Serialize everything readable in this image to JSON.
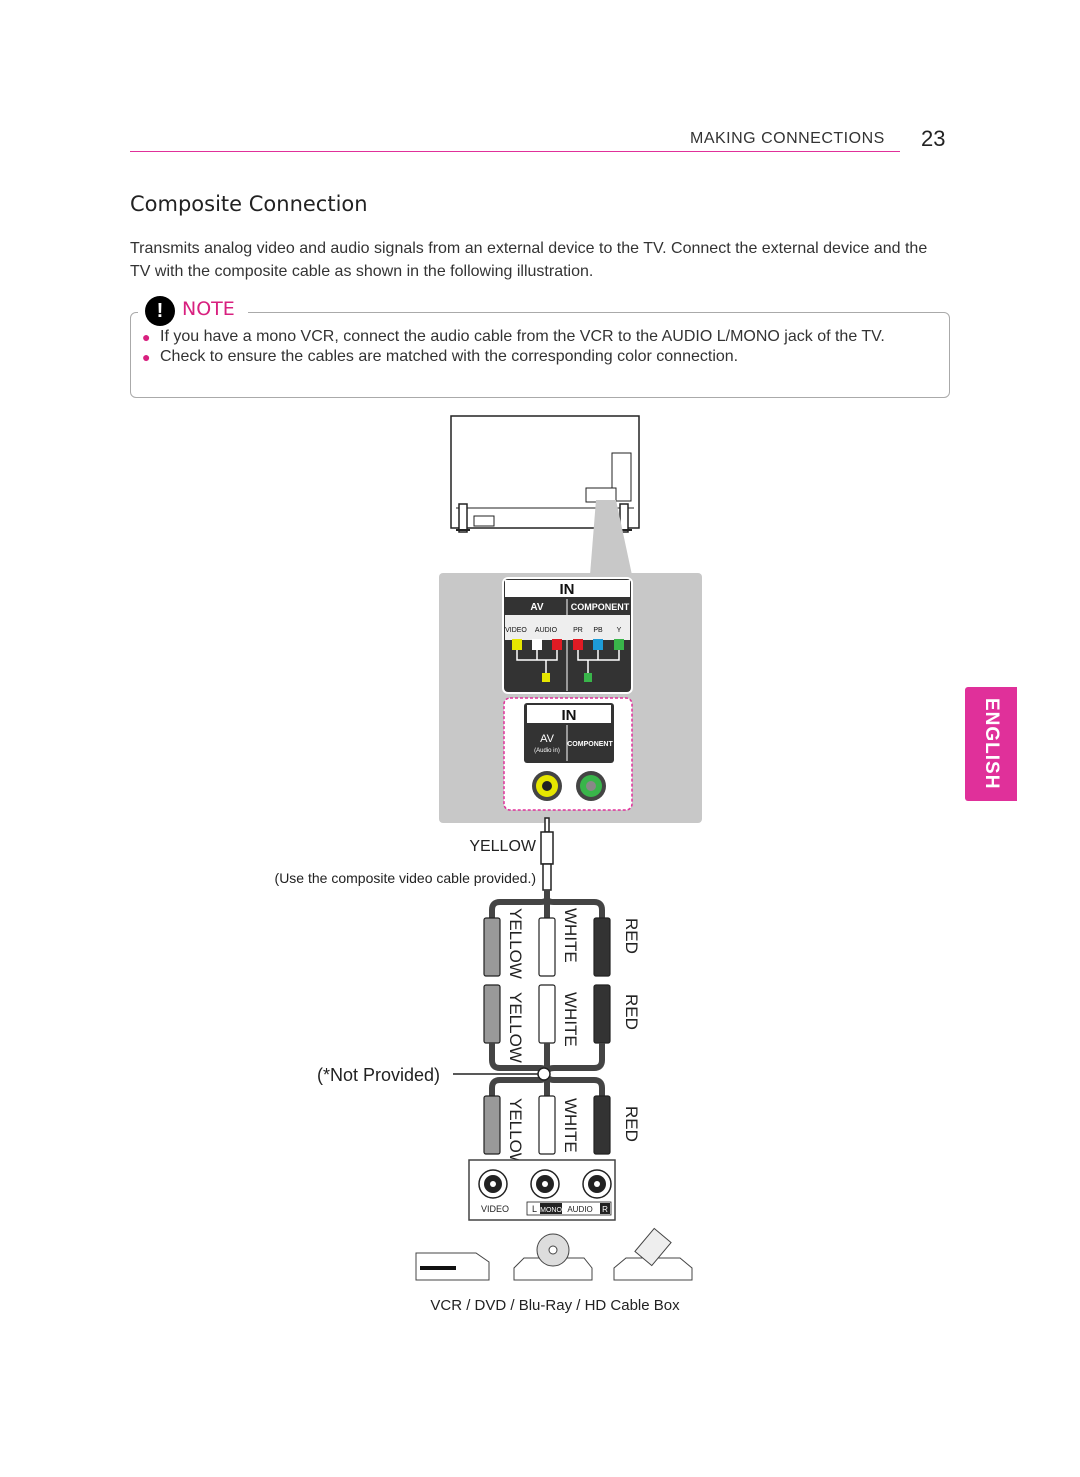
{
  "header": {
    "section": "MAKING CONNECTIONS",
    "page_number": "23"
  },
  "title": "Composite Connection",
  "intro": "Transmits analog video and audio signals from an external device to the TV. Connect the external device and the TV with the composite cable as shown in the following illustration.",
  "note": {
    "icon": "exclamation-icon",
    "label": "NOTE",
    "items": [
      "If you have a mono VCR, connect the audio cable from the VCR to the AUDIO L/MONO jack of the TV.",
      "Check to ensure the cables are matched with the corresponding color connection."
    ]
  },
  "side_tab": "ENGLISH",
  "diagram": {
    "panel1_heading": "IN",
    "panel1_av": "AV",
    "panel1_component": "COMPONENT",
    "panel1_video": "VIDEO",
    "panel1_audio": "AUDIO",
    "panel1_pr": "PR",
    "panel1_pb": "PB",
    "panel1_y": "Y",
    "panel2_heading": "IN",
    "panel2_av": "AV",
    "panel2_audio_in": "(Audio in)",
    "panel2_component": "COMPONENT",
    "yellow_label": "YELLOW",
    "cable_note": "(Use the composite video cable provided.)",
    "not_provided": "(*Not Provided)",
    "plug_labels": {
      "yellow": "YELLOW",
      "white": "WHITE",
      "red": "RED"
    },
    "device_video": "VIDEO",
    "device_l": "L",
    "device_mono": "MONO",
    "device_audio": "AUDIO",
    "device_r": "R",
    "devices_caption": "VCR / DVD / Blu-Ray / HD Cable Box"
  },
  "colors": {
    "accent": "#e0309a",
    "yellow_jack": "#e6e600",
    "green_jack": "#39b54a",
    "red_jack": "#e01b24",
    "blue_jack": "#1e9bd7"
  }
}
